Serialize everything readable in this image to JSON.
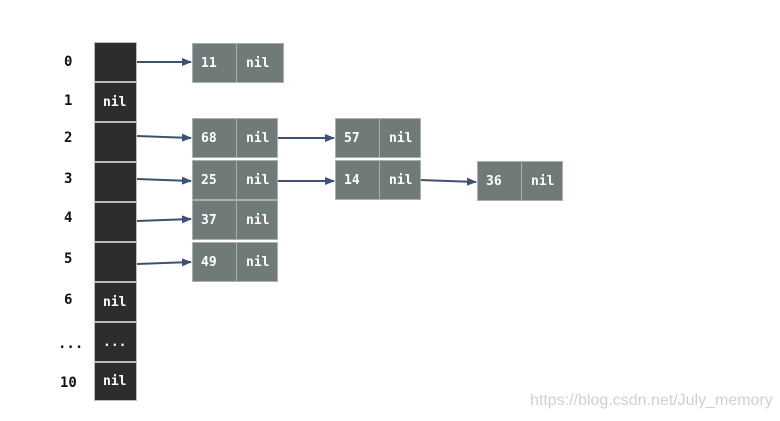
{
  "indices": [
    "0",
    "1",
    "2",
    "3",
    "4",
    "5",
    "6",
    "...",
    "10"
  ],
  "slots": [
    "",
    "nil",
    "",
    "",
    "",
    "",
    "nil",
    "...",
    "nil"
  ],
  "nodes": [
    {
      "key": "11",
      "next": "nil"
    },
    {
      "key": "68",
      "next": "nil"
    },
    {
      "key": "57",
      "next": "nil"
    },
    {
      "key": "25",
      "next": "nil"
    },
    {
      "key": "14",
      "next": "nil"
    },
    {
      "key": "36",
      "next": "nil"
    },
    {
      "key": "37",
      "next": "nil"
    },
    {
      "key": "49",
      "next": "nil"
    }
  ],
  "watermark": "https://blog.csdn.net/July_memory"
}
